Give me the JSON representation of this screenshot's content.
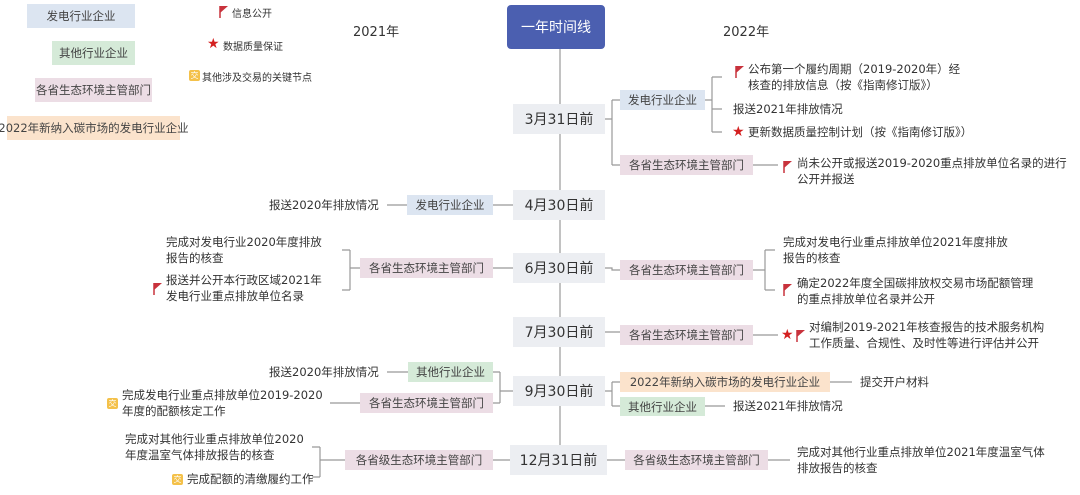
{
  "legend": {
    "power": "发电行业企业",
    "other": "其他行业企业",
    "dept": "各省生态环境主管部门",
    "new": "2022年新纳入碳市场的发电行业企业",
    "flag": "信息公开",
    "star": "数据质量保证",
    "key": "其他涉及交易的关键节点"
  },
  "headers": {
    "y2021": "2021年",
    "y2022": "2022年",
    "root": "一年时间线"
  },
  "dates": [
    "3月31日前",
    "4月30日前",
    "6月30日前",
    "7月30日前",
    "9月30日前",
    "12月31日前"
  ],
  "mar": {
    "power": "发电行业企业",
    "i1": "公布第一个履约周期（2019-2020年）经\n核查的排放信息（按《指南修订版》）",
    "i2": "报送2021年排放情况",
    "i3": "更新数据质量控制计划（按《指南修订版》）",
    "dept": "各省生态环境主管部门",
    "i4": "尚未公开或报送2019-2020重点排放单位名录的进行\n公开并报送"
  },
  "apr": {
    "power": "发电行业企业",
    "i1": "报送2020年排放情况"
  },
  "jun": {
    "ldept": "各省生态环境主管部门",
    "l1": "完成对发电行业2020年度排放\n报告的核查",
    "l2": "报送并公开本行政区域2021年\n发电行业重点排放单位名录",
    "rdept": "各省生态环境主管部门",
    "r1": "完成对发电行业重点排放单位2021年度排放\n报告的核查",
    "r2": "确定2022年度全国碳排放权交易市场配额管理\n的重点排放单位名录并公开"
  },
  "jul": {
    "rdept": "各省生态环境主管部门",
    "r1": "对编制2019-2021年核查报告的技术服务机构\n工作质量、合规性、及时性等进行评估并公开"
  },
  "sep": {
    "lother": "其他行业企业",
    "l1": "报送2020年排放情况",
    "ldept": "各省生态环境主管部门",
    "l2": "完成发电行业重点排放单位2019-2020\n年度的配额核定工作",
    "rnew": "2022年新纳入碳市场的发电行业企业",
    "r1": "提交开户材料",
    "rother": "其他行业企业",
    "r2": "报送2021年排放情况"
  },
  "dec": {
    "ldept": "各省级生态环境主管部门",
    "l1": "完成对其他行业重点排放单位2020\n年度温室气体排放报告的核查",
    "l2": "完成配额的清缴履约工作",
    "rdept": "各省级生态环境主管部门",
    "r1": "完成对其他行业重点排放单位2021年度温室气体\n排放报告的核查"
  },
  "colors": {
    "root": "#4b5fb0",
    "flag": "#c8323c",
    "star": "#d42020",
    "key": "#f4c14a"
  }
}
